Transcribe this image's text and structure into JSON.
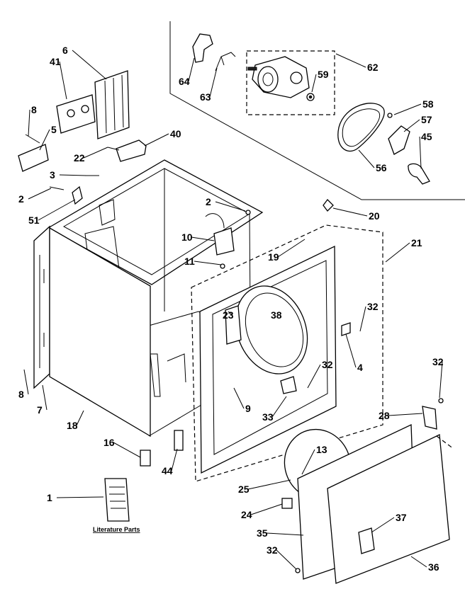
{
  "callouts": [
    {
      "id": "c6",
      "label": "6"
    },
    {
      "id": "c41",
      "label": "41"
    },
    {
      "id": "c8a",
      "label": "8"
    },
    {
      "id": "c5",
      "label": "5"
    },
    {
      "id": "c40",
      "label": "40"
    },
    {
      "id": "c22",
      "label": "22"
    },
    {
      "id": "c3",
      "label": "3"
    },
    {
      "id": "c2a",
      "label": "2"
    },
    {
      "id": "c51",
      "label": "51"
    },
    {
      "id": "c64",
      "label": "64"
    },
    {
      "id": "c63",
      "label": "63"
    },
    {
      "id": "c62",
      "label": "62"
    },
    {
      "id": "c59",
      "label": "59"
    },
    {
      "id": "c58",
      "label": "58"
    },
    {
      "id": "c57",
      "label": "57"
    },
    {
      "id": "c45",
      "label": "45"
    },
    {
      "id": "c56",
      "label": "56"
    },
    {
      "id": "c20",
      "label": "20"
    },
    {
      "id": "c2b",
      "label": "2"
    },
    {
      "id": "c10",
      "label": "10"
    },
    {
      "id": "c11",
      "label": "11"
    },
    {
      "id": "c19",
      "label": "19"
    },
    {
      "id": "c21",
      "label": "21"
    },
    {
      "id": "c32a",
      "label": "32"
    },
    {
      "id": "c38",
      "label": "38"
    },
    {
      "id": "c23",
      "label": "23"
    },
    {
      "id": "c4",
      "label": "4"
    },
    {
      "id": "c32b",
      "label": "32"
    },
    {
      "id": "c9",
      "label": "9"
    },
    {
      "id": "c33",
      "label": "33"
    },
    {
      "id": "c8b",
      "label": "8"
    },
    {
      "id": "c7",
      "label": "7"
    },
    {
      "id": "c18",
      "label": "18"
    },
    {
      "id": "c16",
      "label": "16"
    },
    {
      "id": "c44",
      "label": "44"
    },
    {
      "id": "c32c",
      "label": "32"
    },
    {
      "id": "c28",
      "label": "28"
    },
    {
      "id": "c13",
      "label": "13"
    },
    {
      "id": "c25",
      "label": "25"
    },
    {
      "id": "c24",
      "label": "24"
    },
    {
      "id": "c37",
      "label": "37"
    },
    {
      "id": "c35",
      "label": "35"
    },
    {
      "id": "c32d",
      "label": "32"
    },
    {
      "id": "c36",
      "label": "36"
    },
    {
      "id": "c1",
      "label": "1"
    }
  ],
  "literature": {
    "caption": "Literature Parts"
  }
}
